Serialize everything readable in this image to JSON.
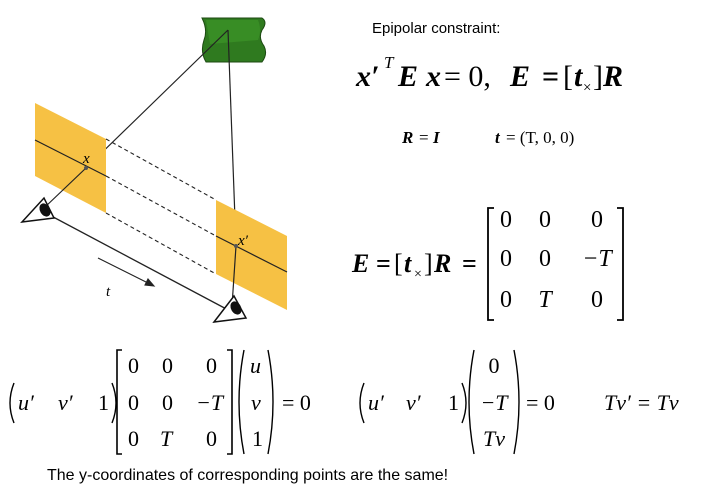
{
  "heading": "Epipolar constraint:",
  "constraint": {
    "lhs": "x′",
    "superscript_T": "T",
    "E": "E",
    "x": "x",
    "eq_zero": "= 0,",
    "E2": "E",
    "equals": "=",
    "bracket_open": "[",
    "t": "t",
    "cross": "×",
    "bracket_close": "]",
    "R": "R"
  },
  "assumptions": {
    "R": "R",
    "eq1": "=",
    "I": "I",
    "t": "t",
    "t_value": "= (T, 0, 0)"
  },
  "diagram": {
    "x_label": "x",
    "x_prime_label": "x′",
    "t_label": "t"
  },
  "essential_matrix": {
    "E": "E",
    "eq": "=",
    "bracket_open": "[",
    "t": "t",
    "cross": "×",
    "bracket_close": "]",
    "R": "R",
    "eq2": "=",
    "rows": [
      [
        "0",
        "0",
        "0"
      ],
      [
        "0",
        "0",
        "−T"
      ],
      [
        "0",
        "T",
        "0"
      ]
    ]
  },
  "equation1": {
    "row_vector": [
      "u′",
      "v′",
      "1"
    ],
    "matrix": [
      [
        "0",
        "0",
        "0"
      ],
      [
        "0",
        "0",
        "−T"
      ],
      [
        "0",
        "T",
        "0"
      ]
    ],
    "column_vector": [
      "u",
      "v",
      "1"
    ],
    "result": "= 0"
  },
  "equation2": {
    "row_vector": [
      "u′",
      "v′",
      "1"
    ],
    "column_vector": [
      "0",
      "−T",
      "Tv"
    ],
    "result": "= 0"
  },
  "equation3": "Tv′ = Tv",
  "footer": "The y-coordinates of corresponding points are the same!"
}
